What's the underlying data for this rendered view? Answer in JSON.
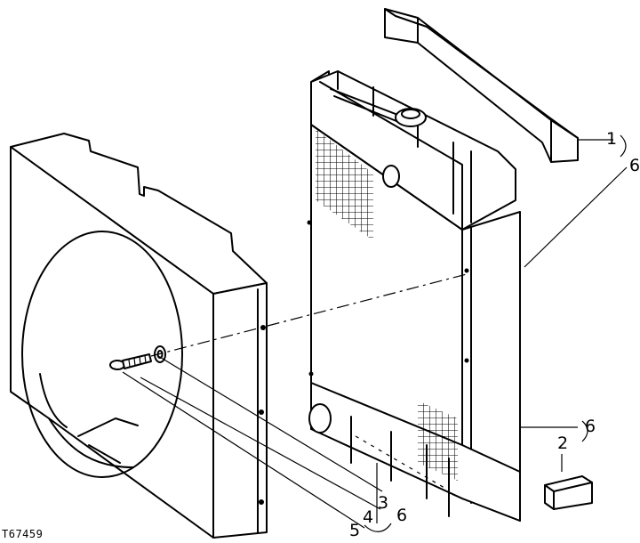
{
  "figure_id": "T67459",
  "callouts": {
    "c1": "1",
    "c2": "2",
    "c3": "3",
    "c4": "4",
    "c5": "5",
    "c6_top": "6",
    "c6_mid": "6",
    "c6_bottom": "6"
  }
}
